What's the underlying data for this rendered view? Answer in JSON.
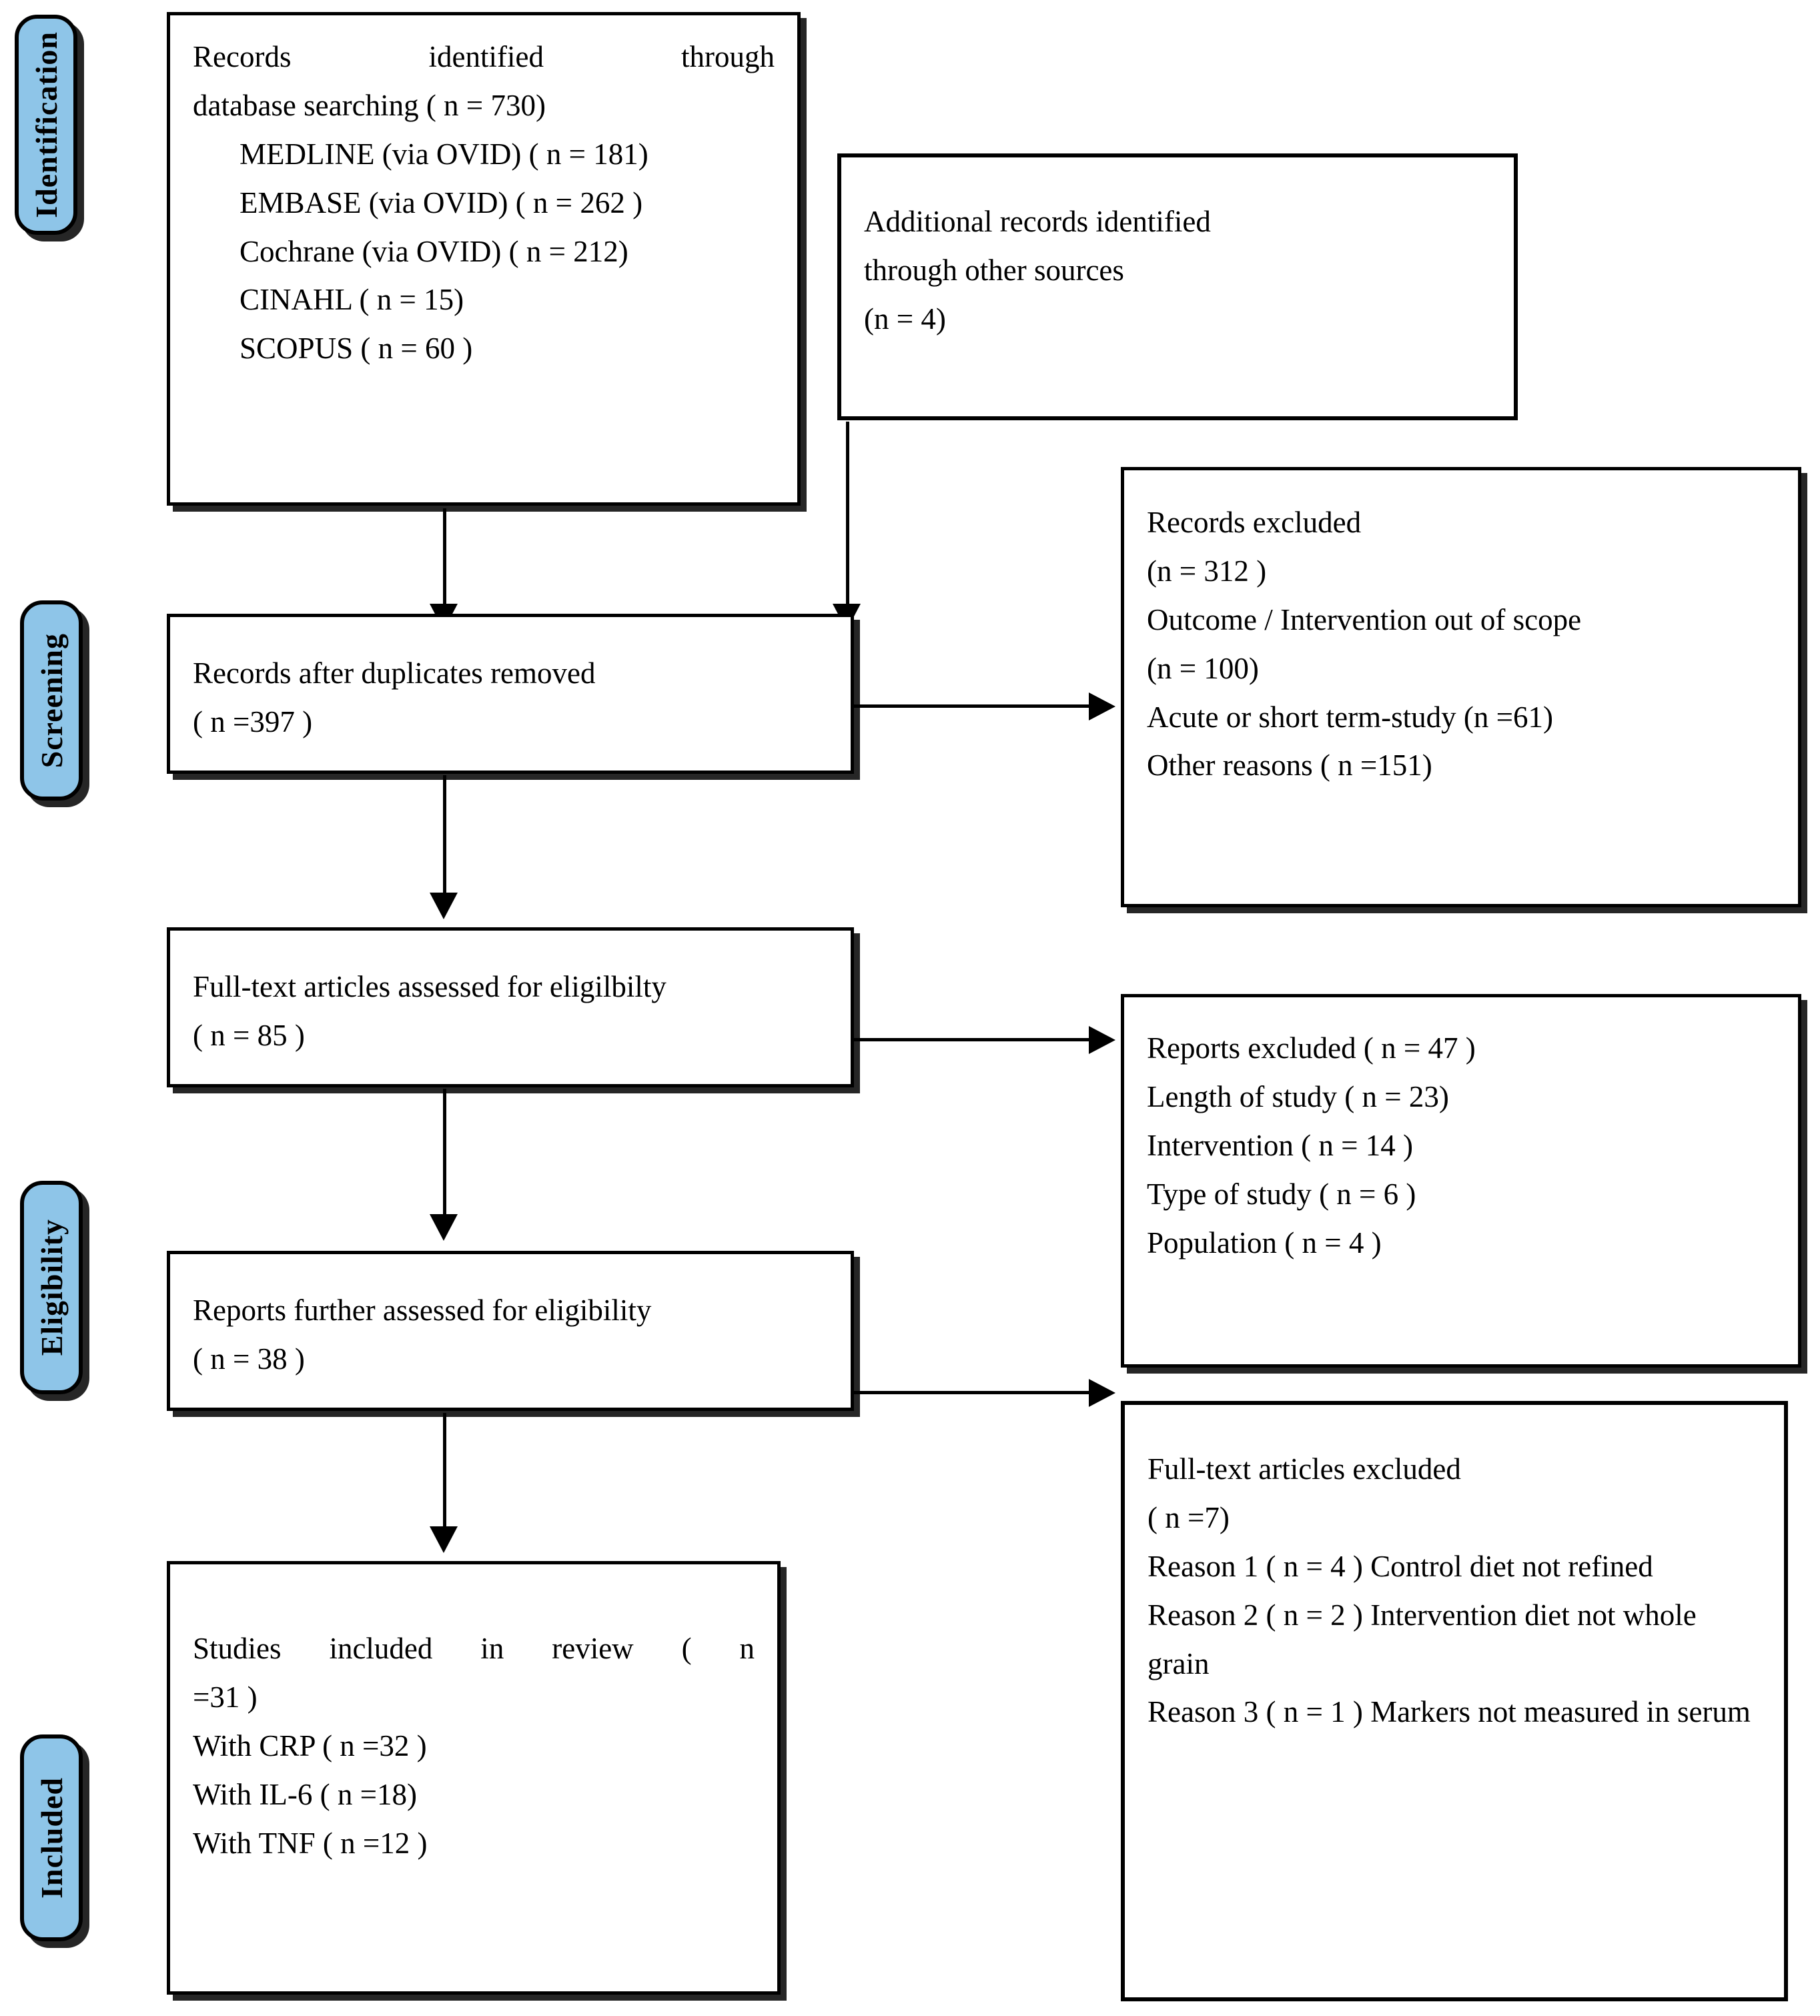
{
  "stages": [
    {
      "id": "identification",
      "label": "Identification"
    },
    {
      "id": "screening",
      "label": "Screening"
    },
    {
      "id": "eligibility",
      "label": "Eligibility"
    },
    {
      "id": "included",
      "label": "Included"
    }
  ],
  "boxes": {
    "records_identified": {
      "title_part1": "Records",
      "title_part2": "identified",
      "title_part3": "through",
      "line2": "database searching ( n = 730)",
      "sources": [
        "MEDLINE (via OVID) ( n = 181)",
        "EMBASE (via OVID) ( n = 262 )",
        "Cochrane (via OVID) ( n = 212)",
        "CINAHL ( n = 15)",
        "SCOPUS ( n = 60 )"
      ]
    },
    "additional_records": {
      "line1": "Additional records identified",
      "line2": "through other sources",
      "line3": "(n = 4)"
    },
    "records_after_duplicates": {
      "line1": "Records after duplicates removed",
      "line2": "( n =397 )"
    },
    "records_excluded": {
      "line1": "Records excluded",
      "line2": "(n = 312 )",
      "line3": "Outcome / Intervention out of scope",
      "line4": "(n = 100)",
      "line5": "Acute or short term-study (n =61)",
      "line6": "Other reasons ( n =151)"
    },
    "fulltext_assessed": {
      "line1": "Full-text articles assessed for eligilbilty",
      "line2": "( n = 85 )"
    },
    "reports_excluded": {
      "line1": "Reports excluded ( n = 47 )",
      "line2": "Length of study ( n = 23)",
      "line3": "Intervention ( n = 14 )",
      "line4": "Type of study ( n = 6 )",
      "line5": "Population ( n = 4 )"
    },
    "reports_further_assessed": {
      "line1": "Reports further assessed for eligibility",
      "line2": "( n = 38 )"
    },
    "fulltext_excluded": {
      "line1": "Full-text articles excluded",
      "line2": "( n =7)",
      "line3": "Reason 1 ( n = 4 ) Control diet not refined",
      "line4": "Reason 2 ( n = 2 ) Intervention diet not whole grain",
      "line5": "Reason 3 ( n = 1 ) Markers not measured in serum"
    },
    "studies_included": {
      "line1a": "Studies  included  in  review  ( n",
      "line1b": "=31 )",
      "line2": "With CRP ( n =32 )",
      "line3": "With IL-6 ( n =18)",
      "line4": "With TNF ( n =12 )"
    }
  },
  "colors": {
    "stage_fill": "#8EC5E8",
    "outline": "#000000",
    "background": "#ffffff"
  }
}
